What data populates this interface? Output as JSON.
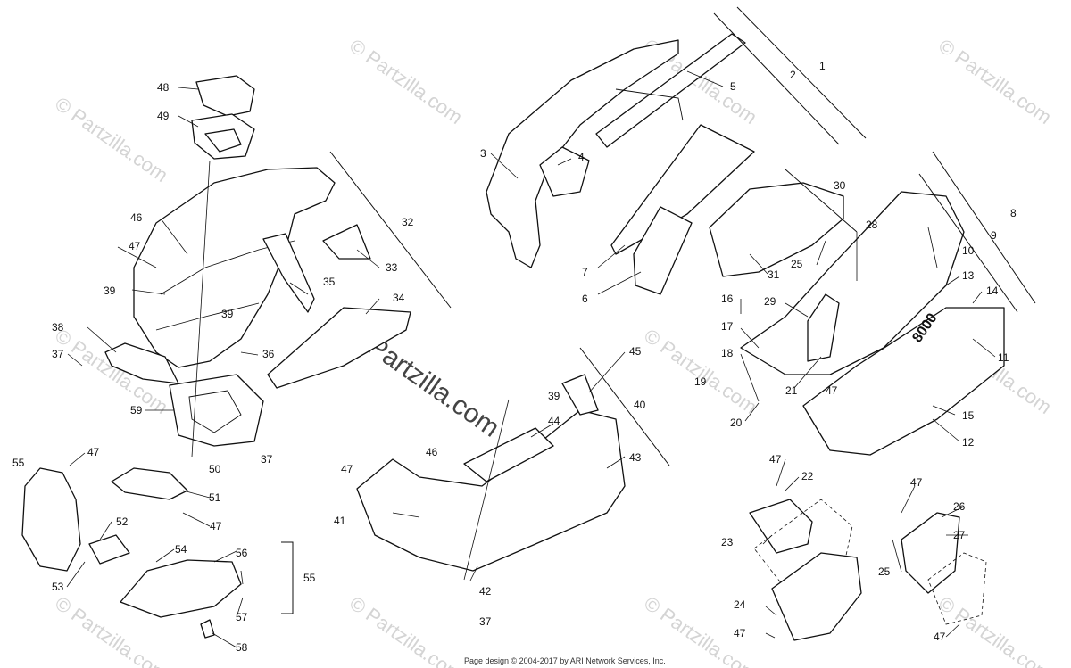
{
  "watermark": {
    "text": "© Partzilla.com",
    "center_text": "© Partzilla.com"
  },
  "footer": {
    "text": "Page design © 2004-2017 by ARI Network Services, Inc."
  },
  "callouts": [
    "1",
    "2",
    "3",
    "4",
    "5",
    "6",
    "7",
    "8",
    "9",
    "10",
    "11",
    "12",
    "13",
    "14",
    "15",
    "16",
    "17",
    "18",
    "19",
    "20",
    "21",
    "22",
    "23",
    "24",
    "25",
    "26",
    "27",
    "28",
    "29",
    "30",
    "31",
    "32",
    "33",
    "34",
    "35",
    "36",
    "37",
    "38",
    "39",
    "40",
    "41",
    "42",
    "43",
    "44",
    "45",
    "46",
    "47",
    "48",
    "49",
    "50",
    "51",
    "52",
    "53",
    "54",
    "55",
    "56",
    "57",
    "58",
    "59"
  ]
}
